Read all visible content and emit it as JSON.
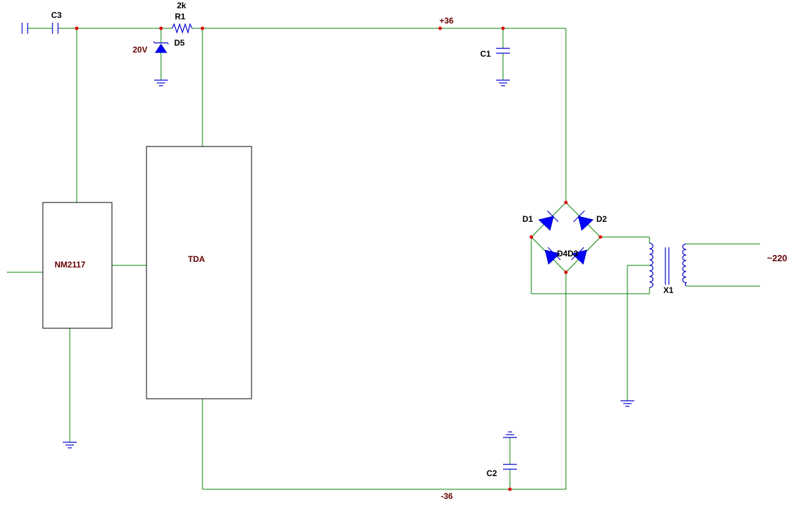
{
  "labels": {
    "c3": "C3",
    "r1_value": "2k",
    "r1": "R1",
    "d5": "D5",
    "zener_voltage": "20V",
    "plus_rail": "+36",
    "minus_rail": "-36",
    "c1": "C1",
    "c2": "C2",
    "d1": "D1",
    "d2": "D2",
    "d3_d4": "D4D3",
    "x1": "X1",
    "mains": "~220",
    "nm2117": "NM2117",
    "tda": "TDA"
  }
}
